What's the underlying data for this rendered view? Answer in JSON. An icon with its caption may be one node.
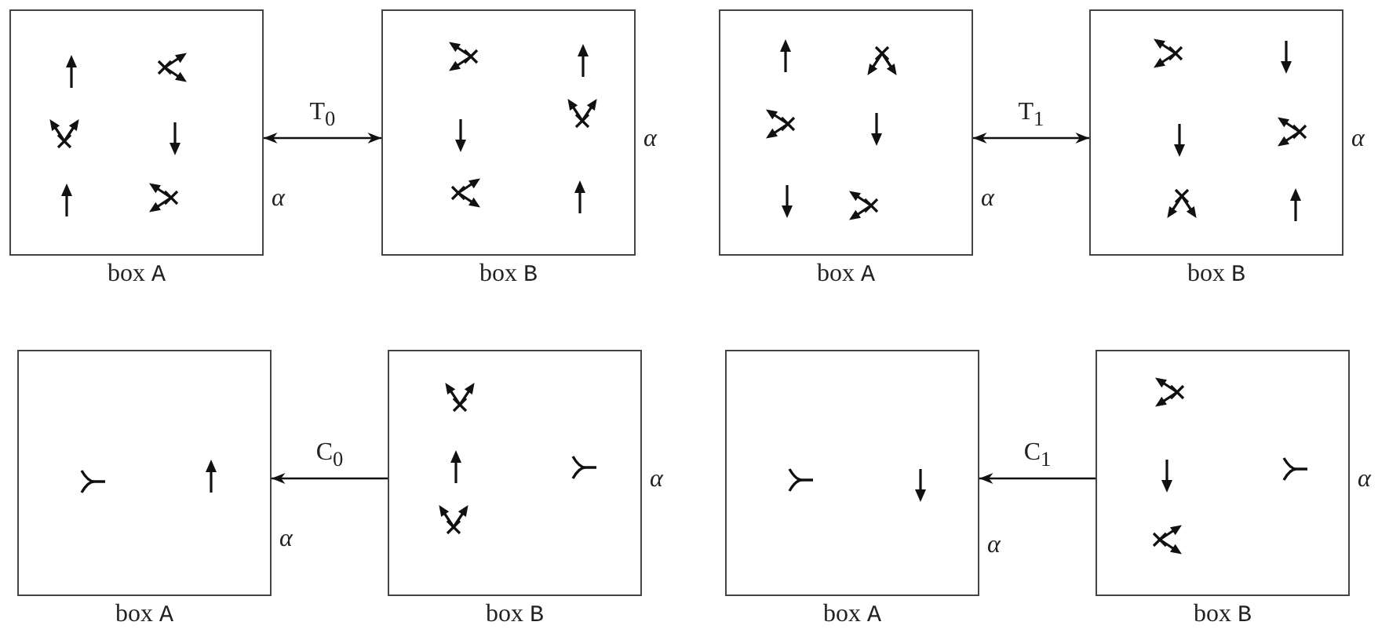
{
  "diagram": {
    "nodes": [
      {
        "text": [
          "box A"
        ],
        "beside": [
          "α"
        ]
      },
      {
        "text": [
          "box B"
        ],
        "beside": [
          "α"
        ]
      },
      {
        "text": [
          "box A"
        ],
        "beside": [
          "α"
        ]
      },
      {
        "text": [
          "box B"
        ],
        "beside": [
          "α"
        ]
      },
      {
        "text": [
          "box A"
        ],
        "beside": [
          "α"
        ]
      },
      {
        "text": [
          "box B"
        ],
        "beside": [
          "α"
        ]
      },
      {
        "text": [
          "box A"
        ],
        "beside": [
          "α"
        ]
      },
      {
        "text": [
          "box B"
        ],
        "beside": [
          "α"
        ]
      }
    ],
    "edges": [
      {
        "from": 0,
        "to": 1,
        "arrow": "both",
        "label": "T$_{0}$"
      },
      {
        "from": 2,
        "to": 3,
        "arrow": "both",
        "label": "T$_{1}$"
      },
      {
        "from": 5,
        "to": 4,
        "arrow": "to",
        "label": "C$_{0}$"
      },
      {
        "from": 7,
        "to": 6,
        "arrow": "to",
        "label": "C$_{1}$"
      }
    ]
  }
}
